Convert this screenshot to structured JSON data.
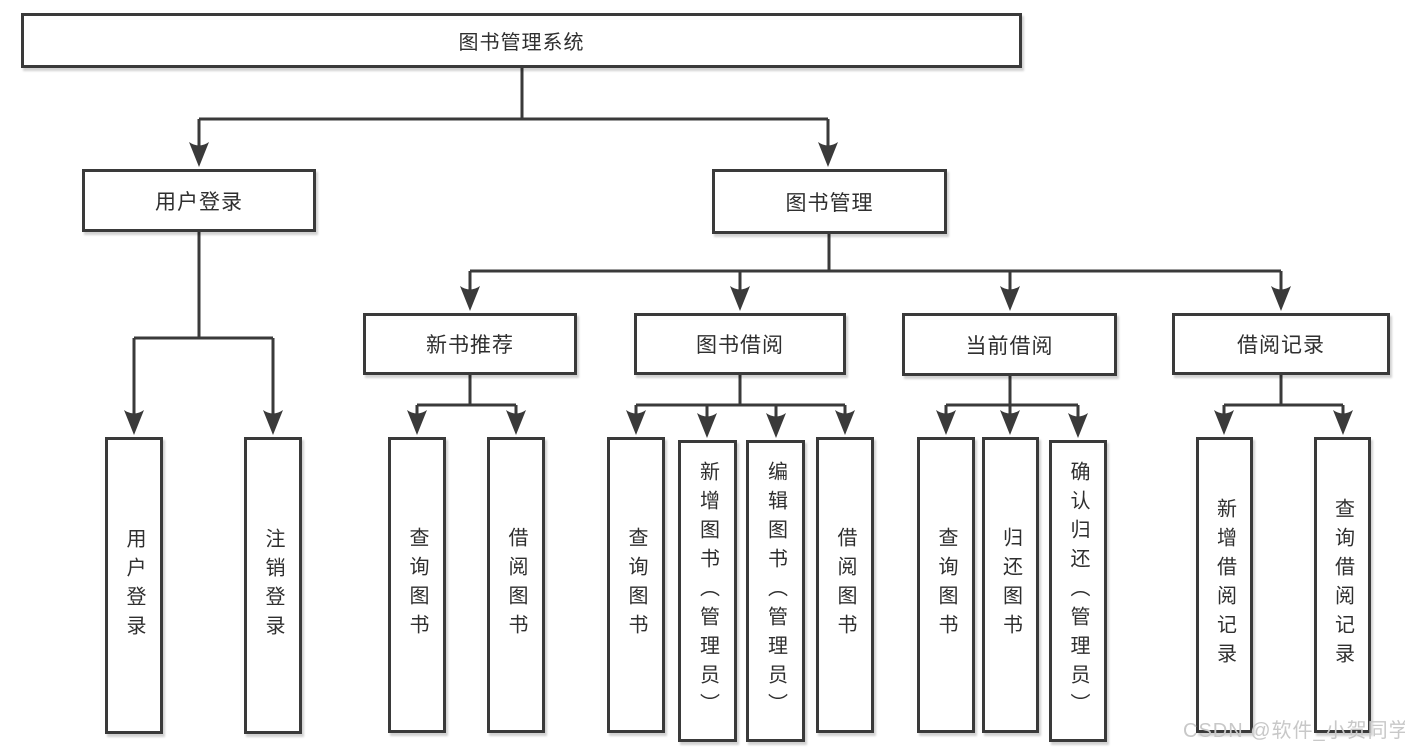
{
  "diagram": {
    "title": "图书管理系统",
    "root": {
      "label": "图书管理系统"
    },
    "level2": [
      {
        "label": "用户登录"
      },
      {
        "label": "图书管理"
      }
    ],
    "level3": [
      {
        "parent": "图书管理",
        "label": "新书推荐"
      },
      {
        "parent": "图书管理",
        "label": "图书借阅"
      },
      {
        "parent": "图书管理",
        "label": "当前借阅"
      },
      {
        "parent": "图书管理",
        "label": "借阅记录"
      }
    ],
    "leaves": [
      {
        "parent": "用户登录",
        "label": "用户登录"
      },
      {
        "parent": "用户登录",
        "label": "注销登录"
      },
      {
        "parent": "新书推荐",
        "label": "查询图书"
      },
      {
        "parent": "新书推荐",
        "label": "借阅图书"
      },
      {
        "parent": "图书借阅",
        "label": "查询图书"
      },
      {
        "parent": "图书借阅",
        "label": "新增图书（管理员）"
      },
      {
        "parent": "图书借阅",
        "label": "编辑图书（管理员）"
      },
      {
        "parent": "图书借阅",
        "label": "借阅图书"
      },
      {
        "parent": "当前借阅",
        "label": "查询图书"
      },
      {
        "parent": "当前借阅",
        "label": "归还图书"
      },
      {
        "parent": "当前借阅",
        "label": "确认归还（管理员）"
      },
      {
        "parent": "借阅记录",
        "label": "新增借阅记录"
      },
      {
        "parent": "借阅记录",
        "label": "查询借阅记录"
      }
    ]
  },
  "watermark": {
    "text": "CSDN @软件_小贺同学"
  },
  "colors": {
    "line": "#3a3a3a",
    "box_border": "#3a3a3a",
    "box_fill": "#ffffff",
    "text": "#2f2f2f",
    "background": "#ffffff",
    "watermark": "#c8c8c8"
  }
}
